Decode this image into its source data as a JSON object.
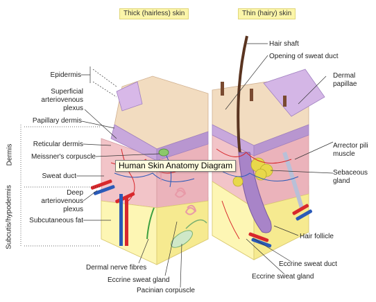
{
  "headers": {
    "thick": "Thick (hairless) skin",
    "thin": "Thin (hairy) skin"
  },
  "tooltip": "Human Skin Anatomy Diagram",
  "side_labels": {
    "dermis": "Dermis",
    "subcutis": "Subcutis/hypodermis"
  },
  "left_labels": {
    "epidermis": "Epidermis",
    "sup_plexus": [
      "Superficial",
      "arteriovenous",
      "plexus"
    ],
    "papillary_dermis": "Papillary dermis",
    "reticular_dermis": "Reticular dermis",
    "meissner": "Meissner's corpuscle",
    "sweat_duct": "Sweat duct",
    "deep_plexus": [
      "Deep",
      "arteriovenous",
      "plexus"
    ],
    "subcut_fat": "Subcutaneous fat"
  },
  "bottom_labels": {
    "nerve_fibres": "Dermal nerve fibres",
    "eccrine_left": "Eccrine sweat gland",
    "pacinian": "Pacinian corpuscle",
    "eccrine_right": "Eccrine sweat gland"
  },
  "right_labels": {
    "hair_shaft": "Hair shaft",
    "opening_duct": "Opening of sweat duct",
    "dermal_papillae": [
      "Dermal",
      "papillae"
    ],
    "arrector": [
      "Arrector pili",
      "muscle"
    ],
    "sebaceous": [
      "Sebaceous",
      "gland"
    ],
    "hair_follicle": "Hair follicle",
    "eccrine_duct": "Eccrine sweat duct"
  },
  "colors": {
    "epidermis_top": "#f2dcc0",
    "epidermis_purple": "#c8a8dc",
    "dermis": "#f2c4c8",
    "fat": "#fbf3a6",
    "artery": "#d8282c",
    "vein": "#2a5ab8",
    "header_bg": "#fbf5a9",
    "sebaceous": "#e8d84a"
  }
}
